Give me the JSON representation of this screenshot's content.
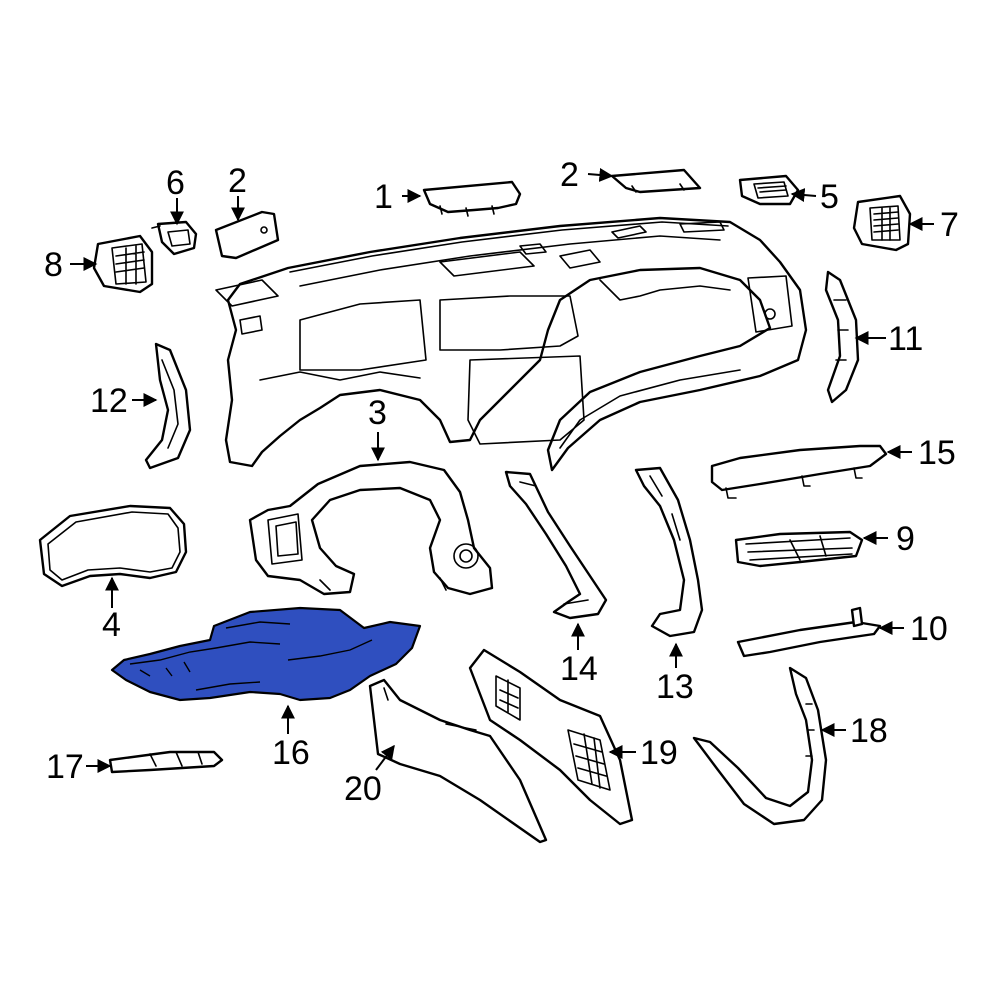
{
  "colors": {
    "line": "#000000",
    "background": "#ffffff",
    "highlight": "#2f4fbf"
  },
  "highlighted_part": "16",
  "callouts": {
    "c1": "1",
    "c2a": "2",
    "c2b": "2",
    "c3": "3",
    "c4": "4",
    "c5": "5",
    "c6": "6",
    "c7": "7",
    "c8": "8",
    "c9": "9",
    "c10": "10",
    "c11": "11",
    "c12": "12",
    "c13": "13",
    "c14": "14",
    "c15": "15",
    "c16": "16",
    "c17": "17",
    "c18": "18",
    "c19": "19",
    "c20": "20"
  }
}
